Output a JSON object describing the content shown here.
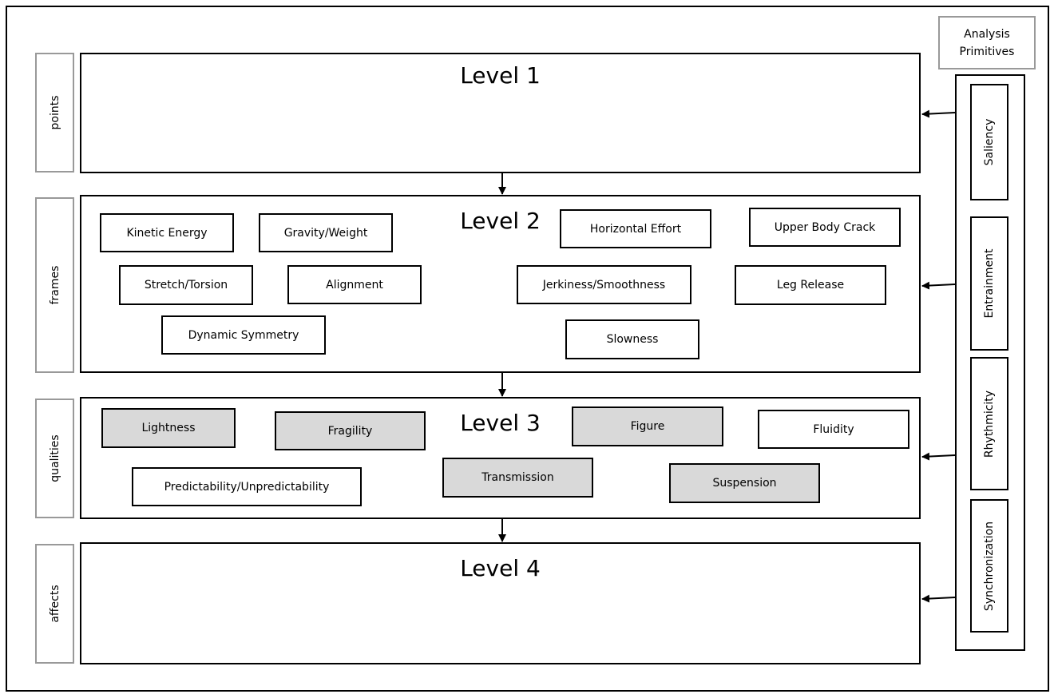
{
  "side_labels": [
    "points",
    "frames",
    "qualities",
    "affects"
  ],
  "levels": [
    {
      "title": "Level 1",
      "boxes": []
    },
    {
      "title": "Level 2",
      "boxes": [
        {
          "label": "Kinetic Energy",
          "shaded": false
        },
        {
          "label": "Gravity/Weight",
          "shaded": false
        },
        {
          "label": "Horizontal Effort",
          "shaded": false
        },
        {
          "label": "Upper Body Crack",
          "shaded": false
        },
        {
          "label": "Stretch/Torsion",
          "shaded": false
        },
        {
          "label": "Alignment",
          "shaded": false
        },
        {
          "label": "Jerkiness/Smoothness",
          "shaded": false
        },
        {
          "label": "Leg Release",
          "shaded": false
        },
        {
          "label": "Dynamic Symmetry",
          "shaded": false
        },
        {
          "label": "Slowness",
          "shaded": false
        }
      ]
    },
    {
      "title": "Level 3",
      "boxes": [
        {
          "label": "Lightness",
          "shaded": true
        },
        {
          "label": "Fragility",
          "shaded": true
        },
        {
          "label": "Figure",
          "shaded": true
        },
        {
          "label": "Fluidity",
          "shaded": false
        },
        {
          "label": "Predictability/Unpredictability",
          "shaded": false
        },
        {
          "label": "Transmission",
          "shaded": true
        },
        {
          "label": "Suspension",
          "shaded": true
        }
      ]
    },
    {
      "title": "Level 4",
      "boxes": []
    }
  ],
  "primitives": {
    "header_line1": "Analysis",
    "header_line2": "Primitives",
    "items": [
      "Saliency",
      "Entrainment",
      "Rhythmicity",
      "Synchronization"
    ]
  },
  "colors": {
    "shaded_fill": "#d9d9d9",
    "label_border": "#999999",
    "line": "#000000"
  }
}
